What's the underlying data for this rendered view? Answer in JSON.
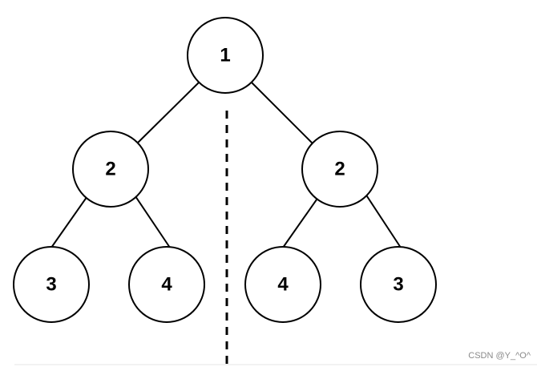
{
  "tree": {
    "root": {
      "label": "1"
    },
    "left_child": {
      "label": "2"
    },
    "right_child": {
      "label": "2"
    },
    "leaves": [
      {
        "label": "3"
      },
      {
        "label": "4"
      },
      {
        "label": "4"
      },
      {
        "label": "3"
      }
    ]
  },
  "watermark": "CSDN @Y_^O^"
}
